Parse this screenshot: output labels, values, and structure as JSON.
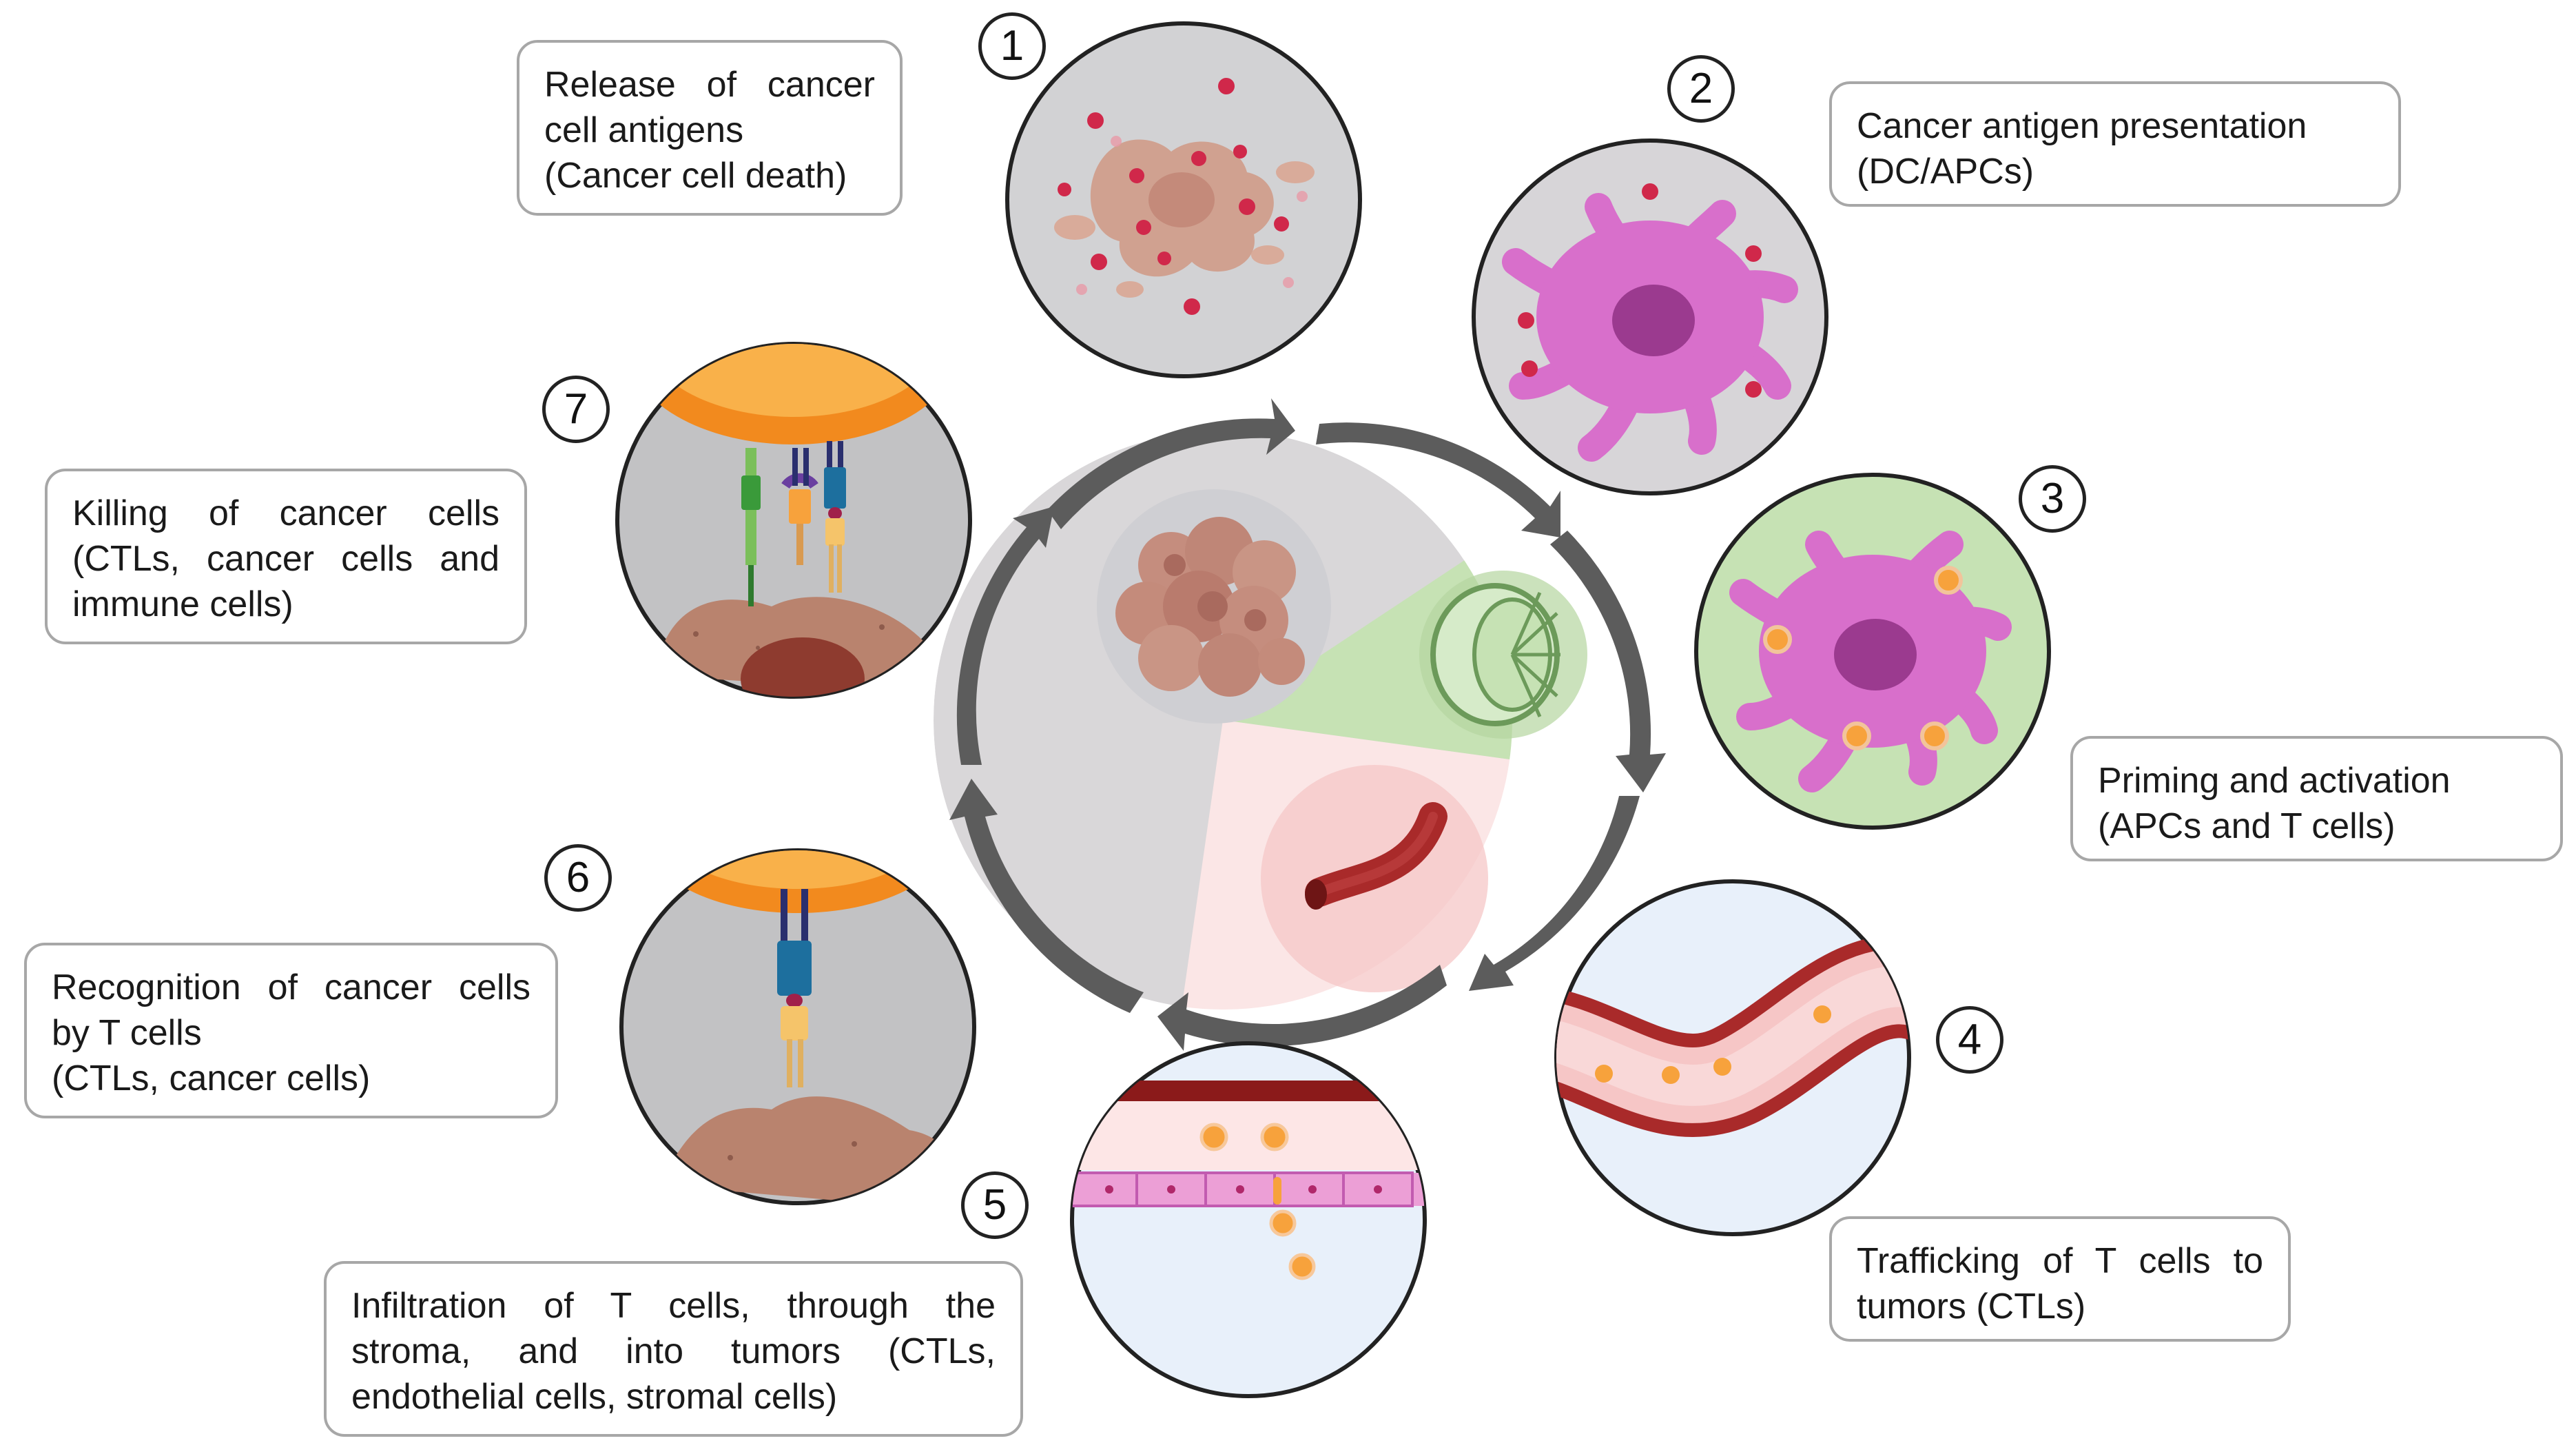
{
  "steps": [
    {
      "number": "1",
      "lines": [
        "Release of cancer",
        "cell antigens",
        "(Cancer cell death)"
      ]
    },
    {
      "number": "2",
      "lines": [
        "Cancer antigen presentation",
        "(DC/APCs)"
      ]
    },
    {
      "number": "3",
      "lines": [
        "Priming and activation",
        "(APCs and T cells)"
      ]
    },
    {
      "number": "4",
      "lines": [
        "Trafficking of T cells to",
        "tumors (CTLs)"
      ]
    },
    {
      "number": "5",
      "lines": [
        "Infiltration of T cells, through the",
        "stroma, and into tumors (CTLs,",
        "endothelial cells, stromal cells)"
      ]
    },
    {
      "number": "6",
      "lines": [
        "Recognition of cancer cells",
        "by T cells",
        "(CTLs, cancer cells)"
      ]
    },
    {
      "number": "7",
      "lines": [
        "Killing of cancer cells",
        "(CTLs, cancer cells and",
        "immune cells)"
      ]
    }
  ],
  "colors": {
    "arrow": "#5c5c5c",
    "center_gray": "#d9d7d9",
    "center_green": "#c6e2b4",
    "center_pink": "#fbe6e6",
    "dc_pink": "#d86fcb",
    "nucleus": "#9b3a8f",
    "antigen_red": "#d0284a",
    "tcell_orange": "#f7a23c",
    "vessel_red": "#a92a2a",
    "cancer_tan": "#c9917a"
  }
}
